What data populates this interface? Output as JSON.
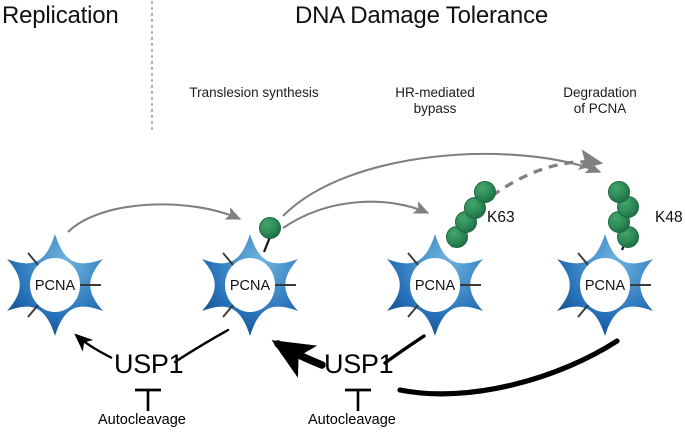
{
  "figure": {
    "type": "biological-pathway-diagram",
    "subject": "PCNA ubiquitination and USP1 deubiquitination in DNA damage tolerance"
  },
  "headers": {
    "left_title": "Replication",
    "right_title": "DNA Damage Tolerance"
  },
  "divider": {
    "name": "dotted-divider",
    "style": "dotted",
    "color": "#b3b3b3"
  },
  "pathway_labels": [
    {
      "id": "tls",
      "text": "Translesion synthesis"
    },
    {
      "id": "hr",
      "text": "HR-mediated\nbypass"
    },
    {
      "id": "degr",
      "text": "Degradation\nof PCNA"
    }
  ],
  "pcna_rings": [
    {
      "id": "pcna-1",
      "label": "PCNA",
      "modification": "none",
      "chain_label": ""
    },
    {
      "id": "pcna-2",
      "label": "PCNA",
      "modification": "mono-ub",
      "chain_label": ""
    },
    {
      "id": "pcna-3",
      "label": "PCNA",
      "modification": "poly-ub-K63",
      "chain_label": "K63",
      "chain_length": 4
    },
    {
      "id": "pcna-4",
      "label": "PCNA",
      "modification": "poly-ub-K48",
      "chain_label": "K48",
      "chain_length": 4
    }
  ],
  "enzymes": [
    {
      "id": "usp1-left",
      "name": "USP1",
      "inhibitor": "Autocleavage"
    },
    {
      "id": "usp1-right",
      "name": "USP1",
      "inhibitor": "Autocleavage"
    }
  ],
  "colors": {
    "pcna_blue_light": "#55A0D4",
    "pcna_blue_mid": "#2E79BE",
    "pcna_blue_dark": "#14538F",
    "ubiquitin_green": "#2E8B57",
    "ubiquitin_green_dark": "#1F6B40",
    "arrow_gray": "#808080",
    "arrow_black": "#000000",
    "divider_gray": "#b3b3b3",
    "text_black": "#1a1a1a"
  },
  "arrows": {
    "gray_solid": [
      {
        "from": "pcna-1",
        "to": "pcna-2",
        "meaning": "monoubiquitination"
      },
      {
        "from": "pcna-2",
        "to": "pcna-3",
        "meaning": "K63 polyubiquitination"
      },
      {
        "from": "pcna-2",
        "to": "pcna-4",
        "meaning": "K48 polyubiquitination"
      }
    ],
    "gray_dashed": [
      {
        "from": "pcna-3",
        "to": "pcna-4",
        "meaning": "chain conversion"
      }
    ],
    "black_thin": [
      {
        "from": "usp1-left",
        "to": "pcna-1",
        "meaning": "deubiquitination"
      },
      {
        "from": "pcna-2",
        "to": "usp1-left",
        "meaning": "substrate"
      }
    ],
    "black_bold": [
      {
        "from": "usp1-right",
        "to": "pcna-2",
        "meaning": "deubiquitination"
      },
      {
        "from": "pcna-3",
        "to": "usp1-right",
        "meaning": "substrate"
      },
      {
        "from": "pcna-4",
        "to": "usp1-right",
        "meaning": "substrate"
      }
    ],
    "inhibition": [
      {
        "from": "Autocleavage",
        "to": "usp1-left"
      },
      {
        "from": "Autocleavage",
        "to": "usp1-right"
      }
    ]
  }
}
